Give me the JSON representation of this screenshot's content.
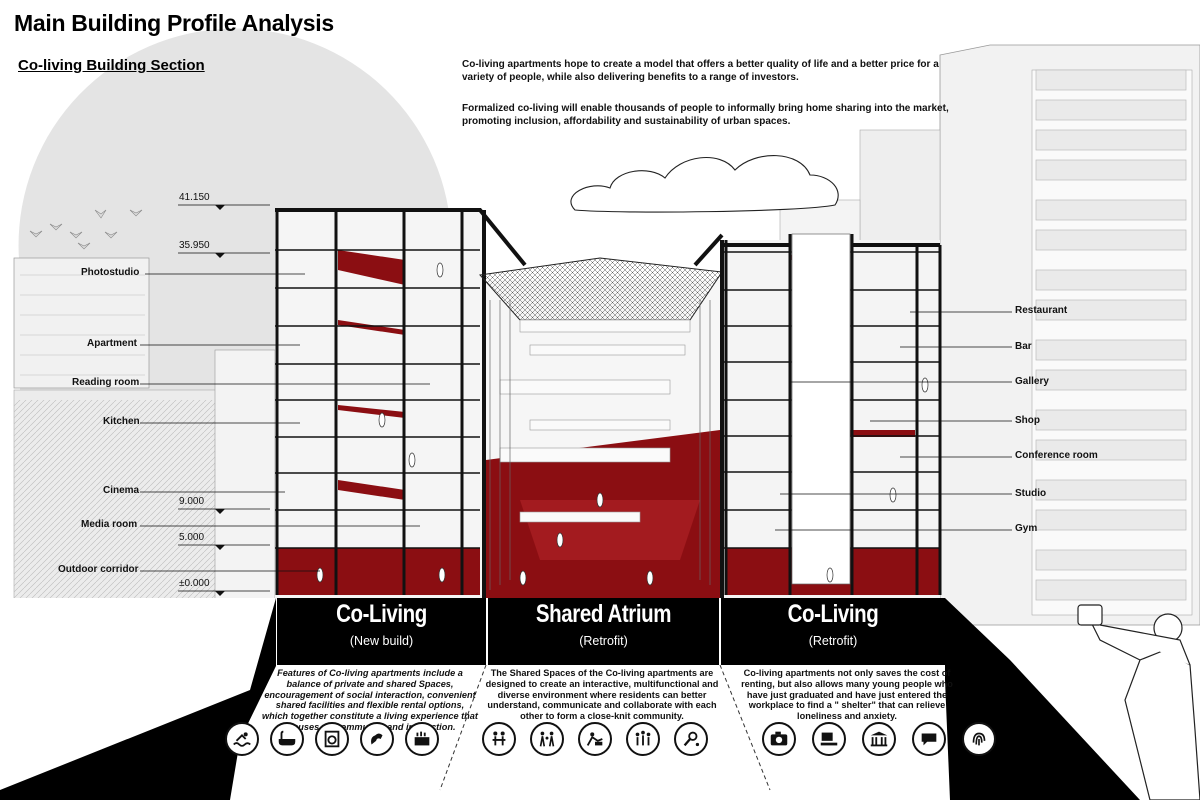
{
  "header": {
    "title": "Main Building Profile Analysis",
    "subtitle": "Co-living Building Section"
  },
  "intro": [
    "Co-living apartments hope to create a model that offers a better quality of life and a better price for a variety of people, while also delivering benefits to a range of investors.",
    "Formalized co-living will enable thousands of people to informally bring home sharing into the market, promoting inclusion, affordability and sustainability of urban spaces."
  ],
  "elevations": [
    "41.150",
    "35.950",
    "9.000",
    "5.000",
    "±0.000"
  ],
  "left_labels": [
    "Photostudio",
    "Apartment",
    "Reading room",
    "Kitchen",
    "Cinema",
    "Media room",
    "Outdoor corridor"
  ],
  "right_labels": [
    "Restaurant",
    "Bar",
    "Gallery",
    "Shop",
    "Conference room",
    "Studio",
    "Gym"
  ],
  "bands": [
    {
      "title": "Co-Living",
      "sub": "(New build)"
    },
    {
      "title": "Shared Atrium",
      "sub": "(Retrofit)"
    },
    {
      "title": "Co-Living",
      "sub": "(Retrofit)"
    }
  ],
  "paragraphs": [
    "Features of Co-living apartments include a balance of private and shared Spaces, encouragement of social interaction, convenient shared facilities and flexible rental options, which together constitute a living experience that focuses on community and interaction.",
    "The Shared Spaces of the Co-living apartments are designed to create an interactive, multifunctional and diverse environment where residents can better understand, communicate and collaborate with each other to form a close-knit community.",
    "Co-living apartments not only saves the cost of renting, but also allows many young people who have just graduated and have just entered the workplace to find a \" shelter\" that can relieve loneliness and anxiety."
  ],
  "icons": {
    "left": [
      "swimmer-icon",
      "bathtub-icon",
      "laundry-icon",
      "fitness-icon",
      "kitchen-icon"
    ],
    "middle": [
      "meeting-icon",
      "family-icon",
      "reading-icon",
      "social-icon",
      "tennis-icon"
    ],
    "right": [
      "camera-icon",
      "workstation-icon",
      "library-icon",
      "speech-icon",
      "fingerprint-icon"
    ]
  },
  "colors": {
    "accent_red": "#8b0e12",
    "band_black": "#000000",
    "ink": "#111111"
  }
}
